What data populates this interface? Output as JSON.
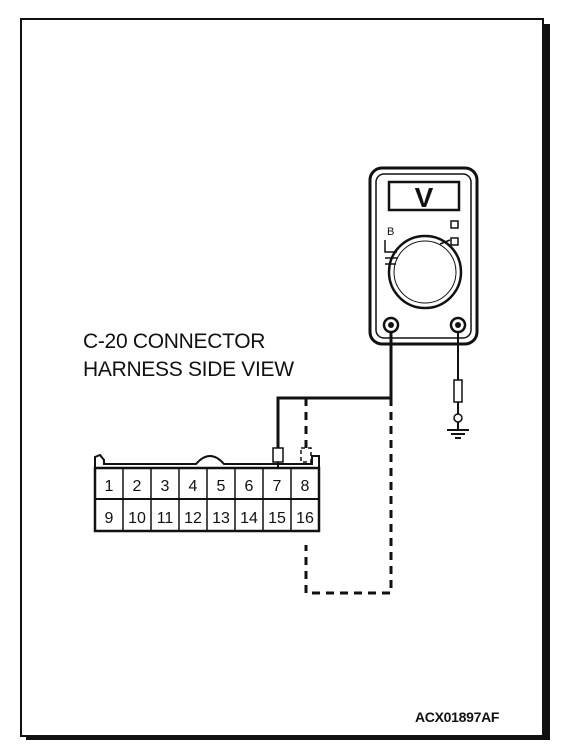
{
  "caption": {
    "line1": "C-20 CONNECTOR",
    "line2": "HARNESS SIDE VIEW"
  },
  "figure_ref": "ACX01897AF",
  "meter": {
    "display": "V",
    "range_marker": "B"
  },
  "connector": {
    "top_row": [
      "1",
      "2",
      "3",
      "4",
      "5",
      "6",
      "7",
      "8"
    ],
    "bottom_row": [
      "9",
      "10",
      "11",
      "12",
      "13",
      "14",
      "15",
      "16"
    ]
  }
}
